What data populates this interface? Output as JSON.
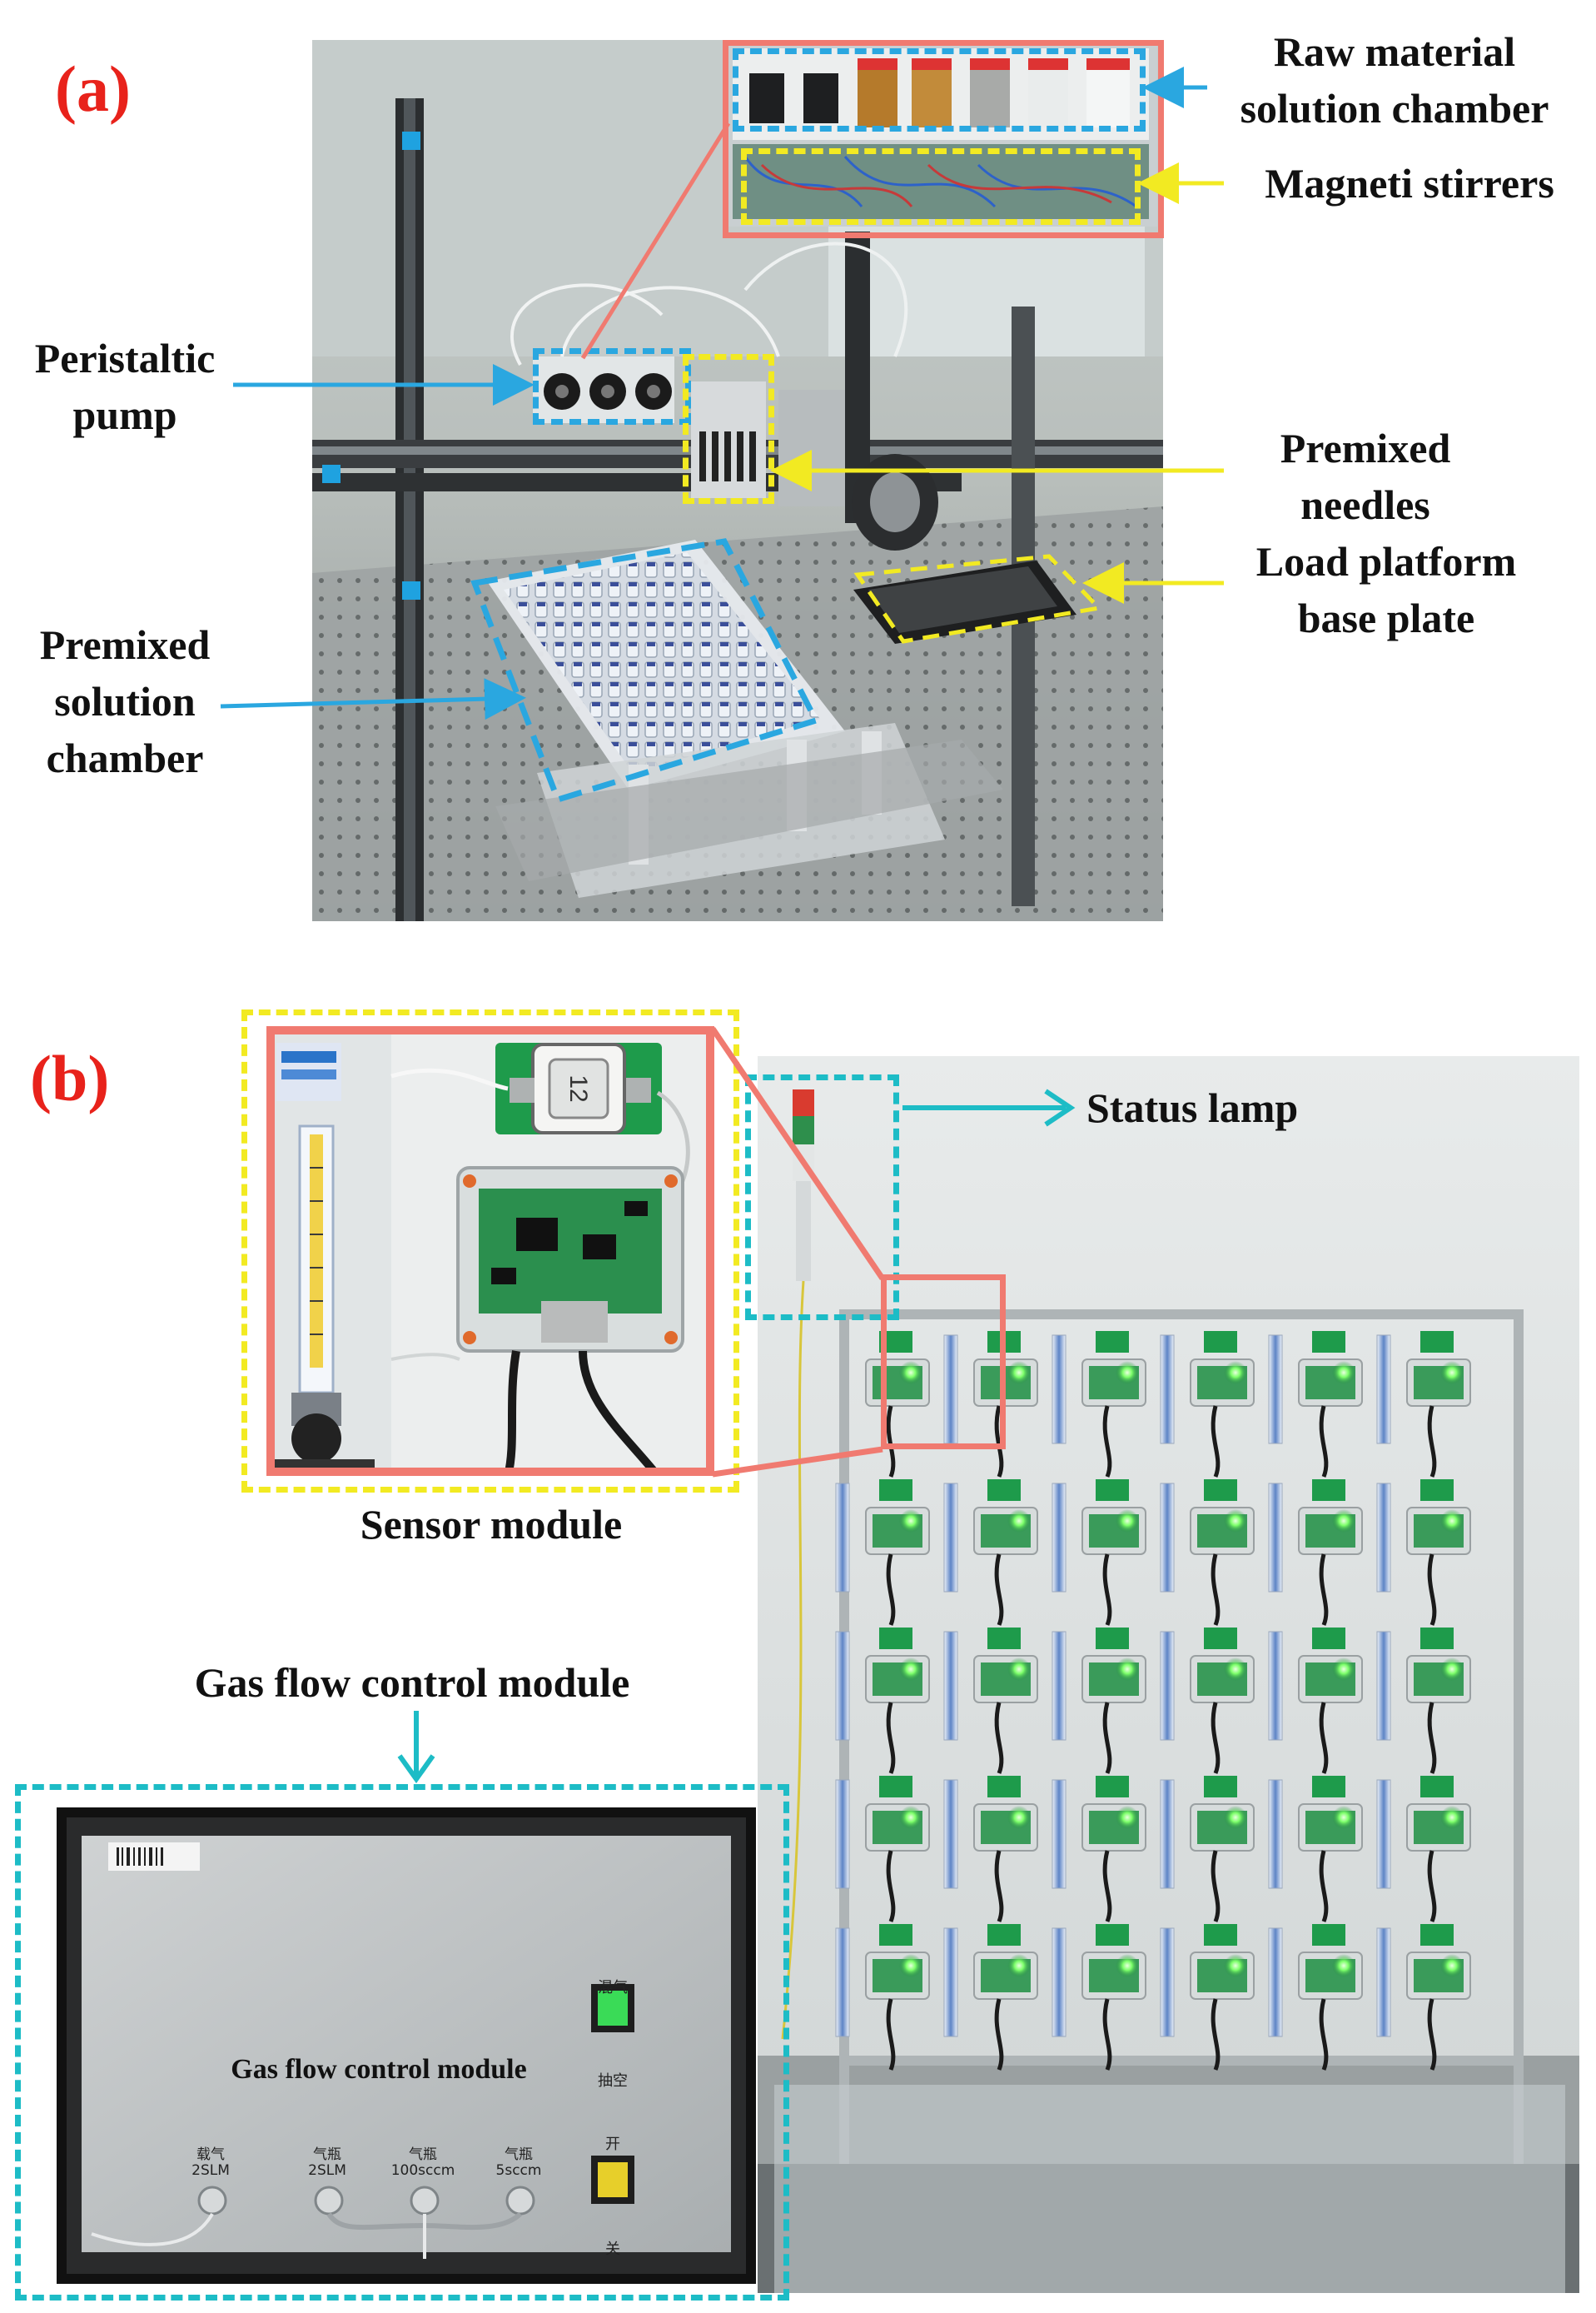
{
  "panel_a": {
    "label": "(a)",
    "callouts": {
      "raw_material_line1": "Raw material",
      "raw_material_line2": "solution chamber",
      "magnetic_stirrers": "Magneti stirrers",
      "peristaltic_line1": "Peristaltic",
      "peristaltic_line2": "pump",
      "premixed_needles_line1": "Premixed",
      "premixed_needles_line2": "needles",
      "load_platform_line1": "Load platform",
      "load_platform_line2": "base plate",
      "premixed_chamber_line1": "Premixed",
      "premixed_chamber_line2": "solution",
      "premixed_chamber_line3": "chamber"
    }
  },
  "panel_b": {
    "label": "(b)",
    "callouts": {
      "status_lamp": "Status lamp",
      "sensor_module": "Sensor module",
      "gas_flow_control_module": "Gas flow control module"
    },
    "gas_box": {
      "panel_title": "Gas flow control module",
      "top_switch_label_top": "混气",
      "top_switch_label_bottom": "抽空",
      "bottom_switch_label_top": "开",
      "bottom_switch_label_bottom": "关",
      "port1_name": "载气",
      "port1_range": "2SLM",
      "port2_name": "气瓶",
      "port2_range": "2SLM",
      "port3_name": "气瓶",
      "port3_range": "100sccm",
      "port4_name": "气瓶",
      "port4_range": "5sccm"
    }
  },
  "colors": {
    "label_red": "#e8221b",
    "blue_dash": "#2aa7e0",
    "yellow_dash": "#f2ea22",
    "cyan_dash": "#1dbcc6",
    "salmon_frame": "#f07a70",
    "sensor_green": "#1e9b4b",
    "led_green": "#7dff6a"
  }
}
